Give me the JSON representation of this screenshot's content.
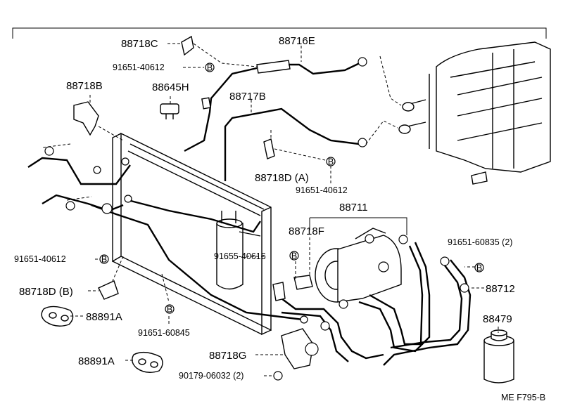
{
  "labels": {
    "p88718C": "88718C",
    "p91651_40612_a": "91651-40612",
    "p88716E": "88716E",
    "p88718B": "88718B",
    "p88645H": "88645H",
    "p88717B": "88717B",
    "p88718D_A": "88718D (A)",
    "p91651_40612_b": "91651-40612",
    "p88711": "88711",
    "p88718F": "88718F",
    "p91651_60835": "91651-60835 (2)",
    "p91651_40612_c": "91651-40612",
    "p91655_40616": "91655-40616",
    "p88718D_B": "88718D (B)",
    "p88712": "88712",
    "p88891A_1": "88891A",
    "p88479": "88479",
    "p91651_60845": "91651-60845",
    "p88718G": "88718G",
    "p88891A_2": "88891A",
    "p90179_06032": "90179-06032 (2)",
    "diagram_code": "ME F795-B"
  },
  "bolt_marker": "B"
}
